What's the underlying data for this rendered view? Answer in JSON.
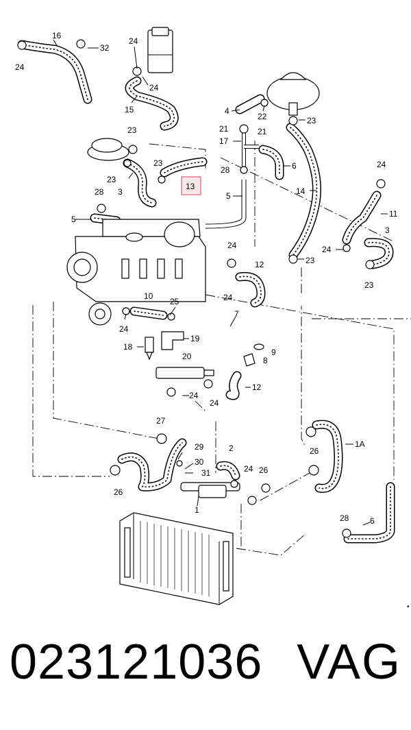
{
  "callouts": [
    {
      "id": "c16",
      "text": "16"
    },
    {
      "id": "c32",
      "text": "32"
    },
    {
      "id": "c24a",
      "text": "24"
    },
    {
      "id": "c24b",
      "text": "24"
    },
    {
      "id": "c24c",
      "text": "24"
    },
    {
      "id": "c15",
      "text": "15"
    },
    {
      "id": "c4",
      "text": "4"
    },
    {
      "id": "c22",
      "text": "22"
    },
    {
      "id": "c23a",
      "text": "23"
    },
    {
      "id": "c21a",
      "text": "21"
    },
    {
      "id": "c21b",
      "text": "21"
    },
    {
      "id": "c17",
      "text": "17"
    },
    {
      "id": "c6a",
      "text": "6"
    },
    {
      "id": "c23b",
      "text": "23"
    },
    {
      "id": "c23c",
      "text": "23"
    },
    {
      "id": "c23d",
      "text": "23"
    },
    {
      "id": "c28a",
      "text": "28"
    },
    {
      "id": "c14",
      "text": "14"
    },
    {
      "id": "c3a",
      "text": "3"
    },
    {
      "id": "c5a",
      "text": "5"
    },
    {
      "id": "c28b",
      "text": "28"
    },
    {
      "id": "c5b",
      "text": "5"
    },
    {
      "id": "c24d",
      "text": "24"
    },
    {
      "id": "c11",
      "text": "11"
    },
    {
      "id": "c3b",
      "text": "3"
    },
    {
      "id": "c24e",
      "text": "24"
    },
    {
      "id": "c24f",
      "text": "24"
    },
    {
      "id": "c23e",
      "text": "23"
    },
    {
      "id": "c23f",
      "text": "23"
    },
    {
      "id": "c12a",
      "text": "12"
    },
    {
      "id": "c24g",
      "text": "24"
    },
    {
      "id": "c10",
      "text": "10"
    },
    {
      "id": "c25",
      "text": "25"
    },
    {
      "id": "c7",
      "text": "7"
    },
    {
      "id": "c24h",
      "text": "24"
    },
    {
      "id": "c19",
      "text": "19"
    },
    {
      "id": "c9",
      "text": "9"
    },
    {
      "id": "c18",
      "text": "18"
    },
    {
      "id": "c8",
      "text": "8"
    },
    {
      "id": "c20",
      "text": "20"
    },
    {
      "id": "c12b",
      "text": "12"
    },
    {
      "id": "c24i",
      "text": "24"
    },
    {
      "id": "c24j",
      "text": "24"
    },
    {
      "id": "c27",
      "text": "27"
    },
    {
      "id": "c1A",
      "text": "1A"
    },
    {
      "id": "c29",
      "text": "29"
    },
    {
      "id": "c2",
      "text": "2"
    },
    {
      "id": "c26a",
      "text": "26"
    },
    {
      "id": "c30",
      "text": "30"
    },
    {
      "id": "c31",
      "text": "31"
    },
    {
      "id": "c24k",
      "text": "24"
    },
    {
      "id": "c26b",
      "text": "26"
    },
    {
      "id": "c26c",
      "text": "26"
    },
    {
      "id": "c1",
      "text": "1"
    },
    {
      "id": "c28c",
      "text": "28"
    },
    {
      "id": "c6b",
      "text": "6"
    },
    {
      "id": "c24l",
      "text": "24"
    }
  ],
  "highlight_callout": "13",
  "highlight_color": "#e06070",
  "footer": {
    "part_number": "023121036",
    "brand": "VAG"
  }
}
